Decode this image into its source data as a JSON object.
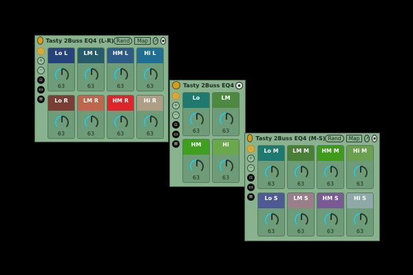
{
  "panels": [
    {
      "title": "Tasty 2Buss EQ4 (L-R)",
      "rand": "Rand",
      "map": "Map",
      "cells": [
        {
          "label": "Lo L",
          "value": "63",
          "color": "#27427a"
        },
        {
          "label": "LM L",
          "value": "63",
          "color": "#265c6a"
        },
        {
          "label": "HM L",
          "value": "63",
          "color": "#2e5a87"
        },
        {
          "label": "Hi L",
          "value": "63",
          "color": "#1f6f95"
        },
        {
          "label": "Lo R",
          "value": "63",
          "color": "#7a3e34"
        },
        {
          "label": "LM R",
          "value": "63",
          "color": "#c0664c"
        },
        {
          "label": "HM R",
          "value": "63",
          "color": "#e0252a"
        },
        {
          "label": "Hi R",
          "value": "63",
          "color": "#ae9e86"
        }
      ]
    },
    {
      "title": "Tasty 2Buss EQ4",
      "cells": [
        {
          "label": "Lo",
          "value": "63",
          "color": "#1e7a6e"
        },
        {
          "label": "LM",
          "value": "63",
          "color": "#4d8a40"
        },
        {
          "label": "HM",
          "value": "63",
          "color": "#3fa020"
        },
        {
          "label": "Hi",
          "value": "63",
          "color": "#6aa84c"
        }
      ]
    },
    {
      "title": "Tasty 2Buss EQ4 (M-S)",
      "rand": "Rand",
      "map": "Map",
      "cells": [
        {
          "label": "Lo M",
          "value": "63",
          "color": "#1e7a6e"
        },
        {
          "label": "LM M",
          "value": "63",
          "color": "#4a7f38"
        },
        {
          "label": "HM M",
          "value": "63",
          "color": "#3d9c1a"
        },
        {
          "label": "Hi M",
          "value": "63",
          "color": "#6aa050"
        },
        {
          "label": "Lo S",
          "value": "63",
          "color": "#4d5a94"
        },
        {
          "label": "LM S",
          "value": "63",
          "color": "#9a7f8a"
        },
        {
          "label": "HM S",
          "value": "63",
          "color": "#7a5a94"
        },
        {
          "label": "Hi S",
          "value": "63",
          "color": "#8fa8a8"
        }
      ]
    }
  ]
}
